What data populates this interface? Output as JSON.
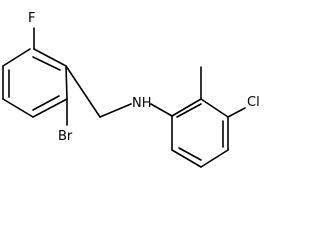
{
  "molecule": {
    "atoms": {
      "fluorine": "F",
      "bromine": "Br",
      "amine": "NH",
      "chlorine": "Cl"
    }
  }
}
